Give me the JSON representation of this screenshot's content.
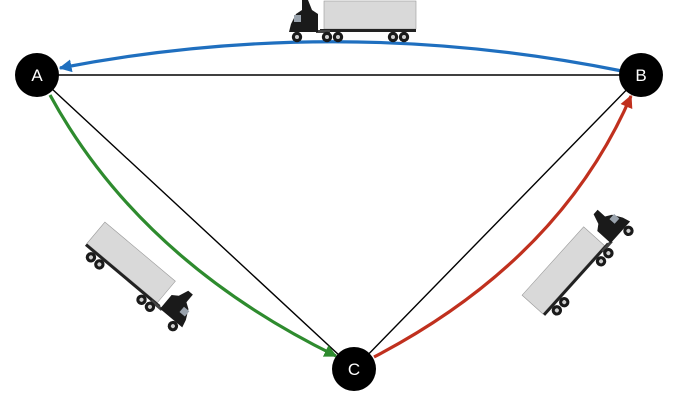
{
  "nodes": [
    {
      "id": "A",
      "label": "A"
    },
    {
      "id": "B",
      "label": "B"
    },
    {
      "id": "C",
      "label": "C"
    }
  ],
  "edges": [
    {
      "from": "A",
      "to": "B",
      "style": "thin-line"
    },
    {
      "from": "A",
      "to": "C",
      "style": "thin-line"
    },
    {
      "from": "B",
      "to": "C",
      "style": "thin-line"
    }
  ],
  "routes": [
    {
      "id": "b-to-a",
      "from": "B",
      "to": "A",
      "color": "#1f6fbf",
      "icon": "truck-icon"
    },
    {
      "id": "a-to-c",
      "from": "A",
      "to": "C",
      "color": "#2e8b2e",
      "icon": "truck-icon"
    },
    {
      "id": "c-to-b",
      "from": "C",
      "to": "B",
      "color": "#c0301e",
      "icon": "truck-icon"
    }
  ],
  "colors": {
    "node_fill": "#000000",
    "node_text": "#ffffff",
    "edge": "#000000",
    "truck": "#1a1a1a",
    "trailer": "#d9d9d9"
  }
}
